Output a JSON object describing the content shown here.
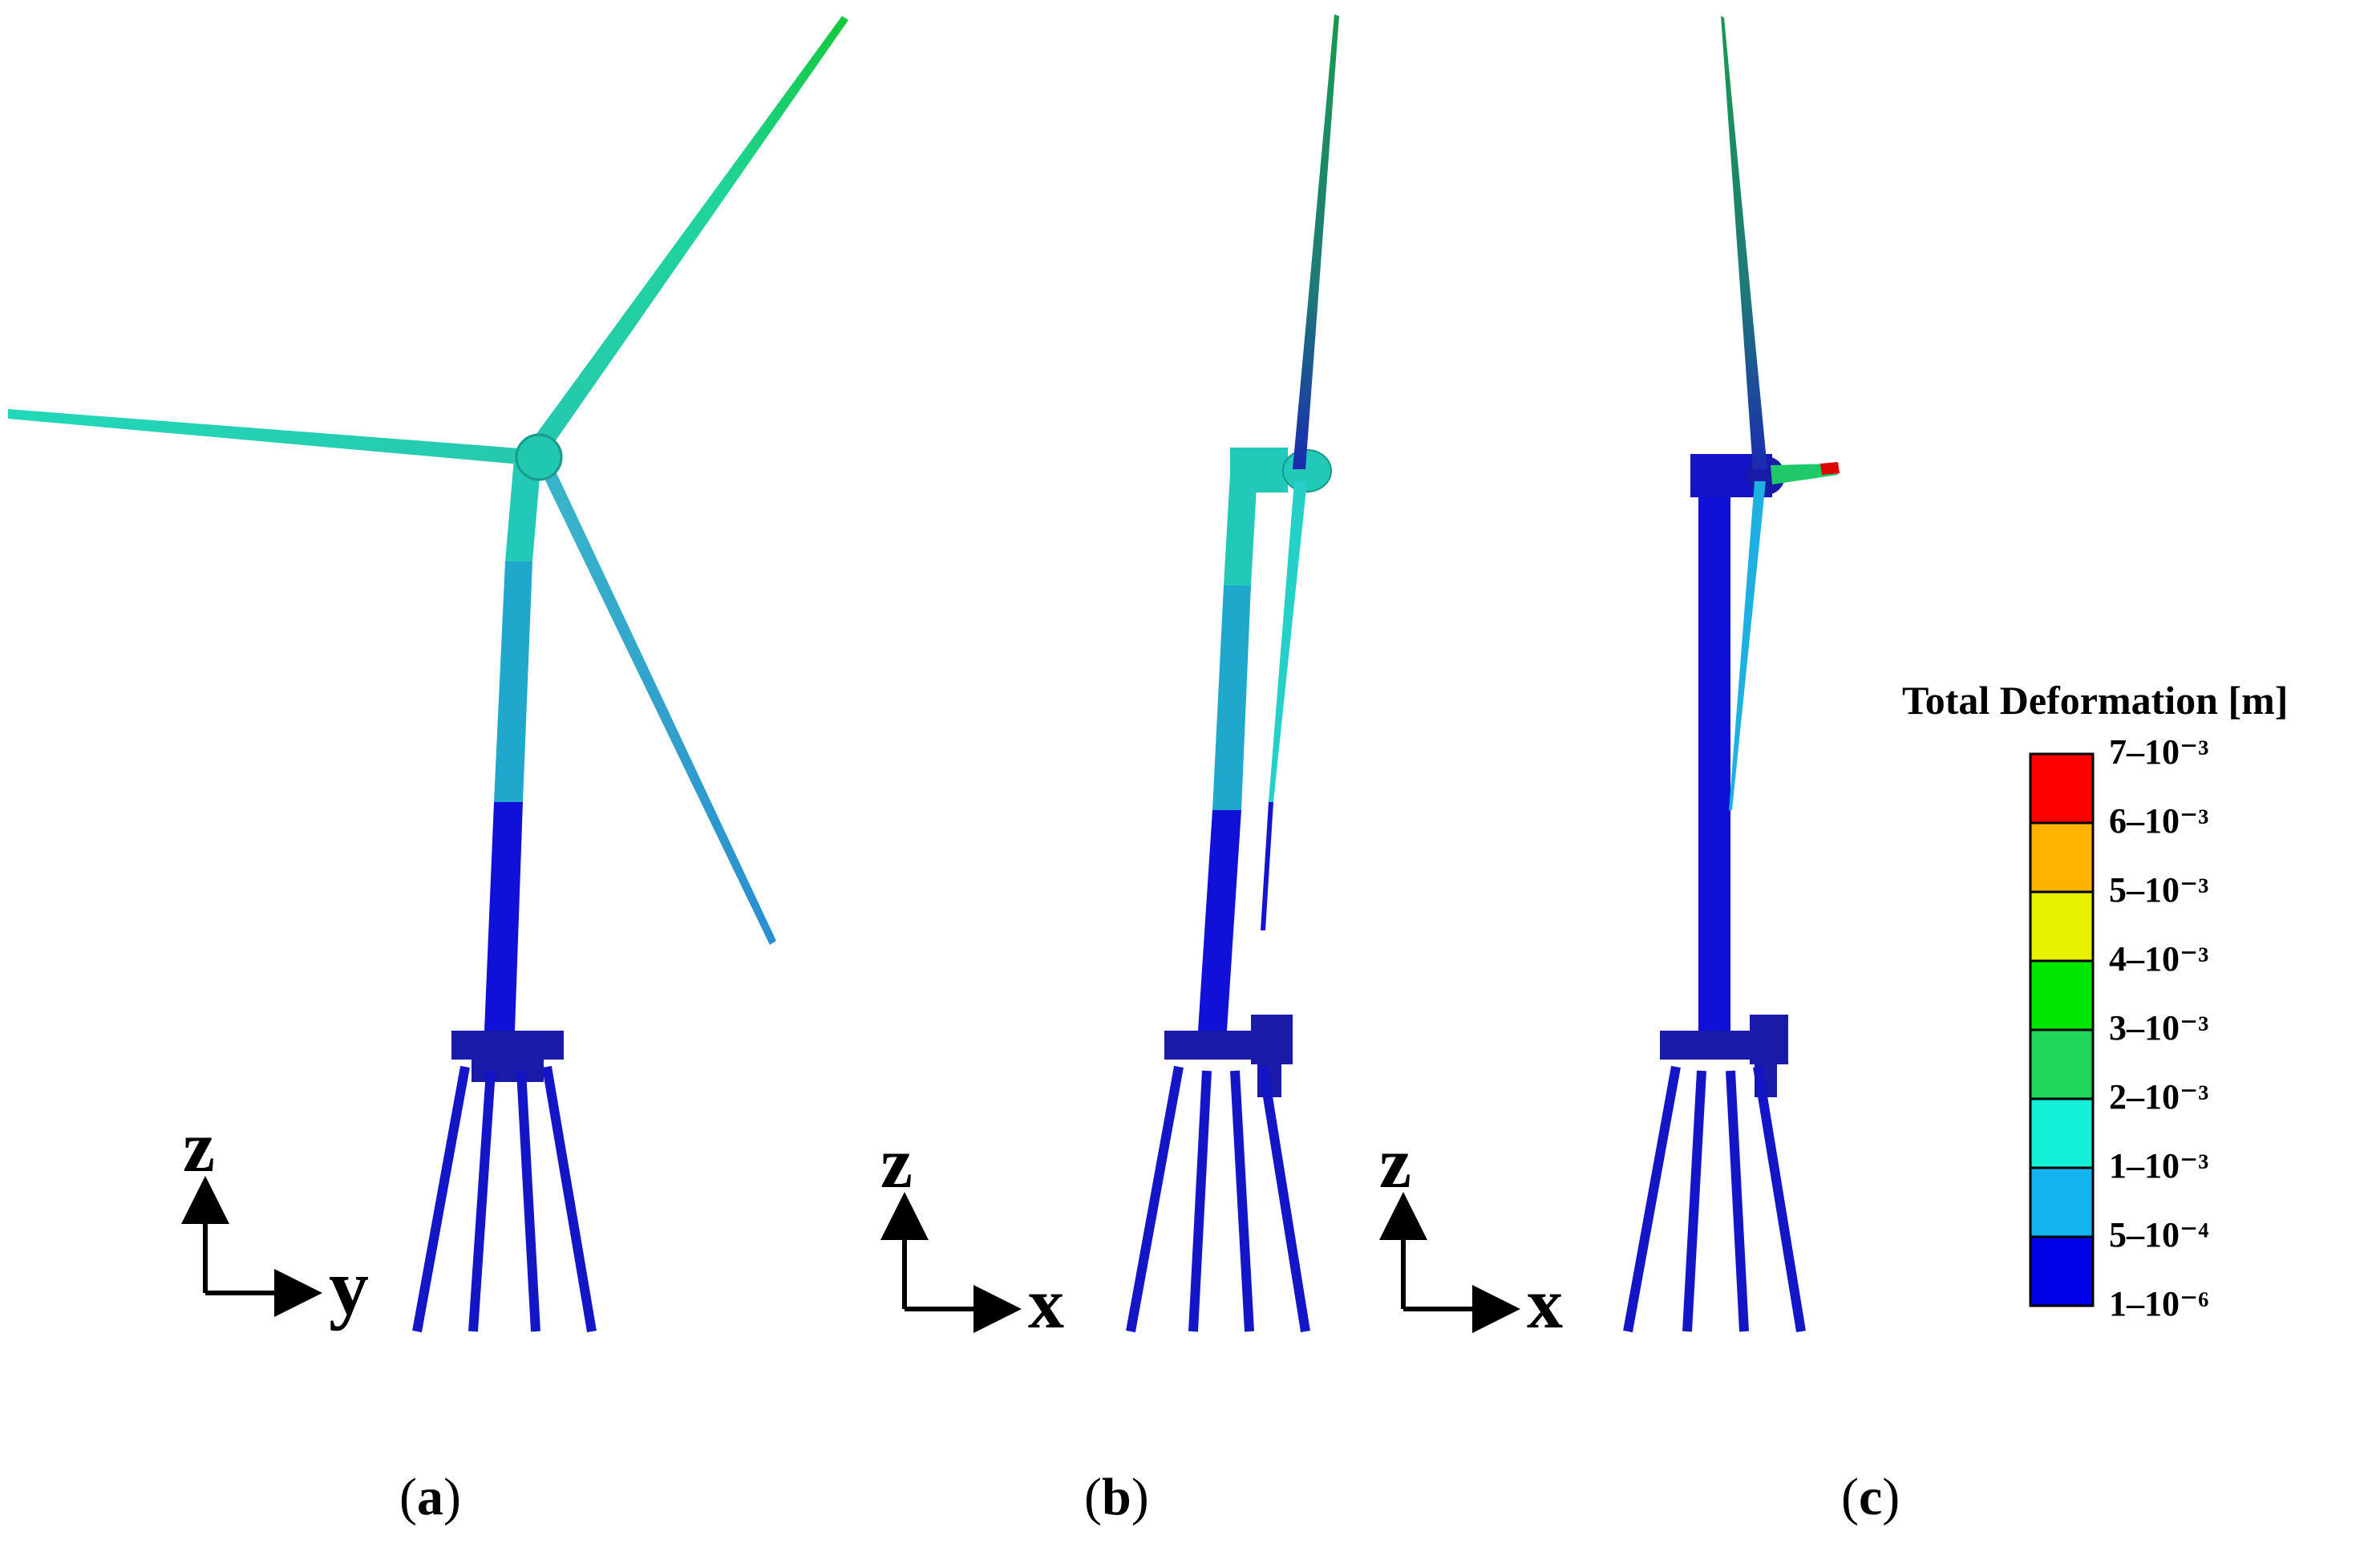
{
  "colors": {
    "blade_upper": "#1fc96a",
    "blade_mid": "#22d4c0",
    "cyan": "#17e6d6",
    "light_blue": "#1eb0e0",
    "teal_blue": "#2aa8c0",
    "dark_blue": "#1010d8",
    "navy": "#1a1aa8",
    "dark_green": "#1e8a55",
    "red": "#e00000"
  },
  "panels": [
    {
      "label_open": "(",
      "label_letter": "a",
      "label_close": ")",
      "axis_vertical": "z",
      "axis_horizontal": "y"
    },
    {
      "label_open": "(",
      "label_letter": "b",
      "label_close": ")",
      "axis_vertical": "z",
      "axis_horizontal": "x"
    },
    {
      "label_open": "(",
      "label_letter": "c",
      "label_close": ")",
      "axis_vertical": "z",
      "axis_horizontal": "x"
    }
  ],
  "legend": {
    "title": "Total Deformation [m]",
    "entries": [
      {
        "label": "7–10⁻³",
        "color": "#ff0000"
      },
      {
        "label": "6–10⁻³",
        "color": "#ffb300"
      },
      {
        "label": "5–10⁻³",
        "color": "#e6f000"
      },
      {
        "label": "4–10⁻³",
        "color": "#00e600"
      },
      {
        "label": "3–10⁻³",
        "color": "#1fd65a"
      },
      {
        "label": "2–10⁻³",
        "color": "#14f0d8"
      },
      {
        "label": "1–10⁻³",
        "color": "#14b4f0"
      },
      {
        "label": "5–10⁻⁴",
        "color": "#0000e6"
      },
      {
        "label": "1–10⁻⁶",
        "color": ""
      }
    ]
  }
}
